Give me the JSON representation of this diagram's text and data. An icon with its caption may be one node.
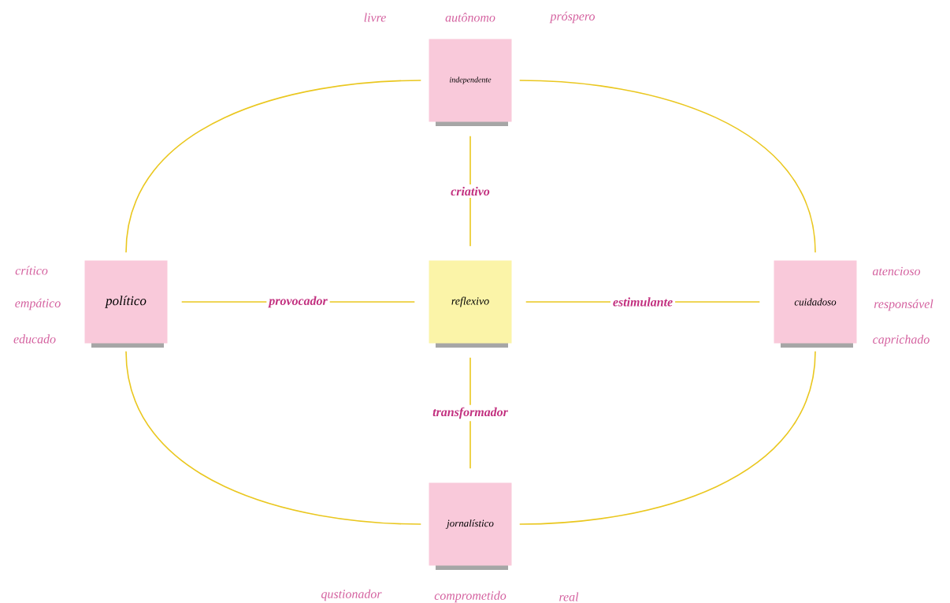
{
  "diagram": {
    "nodes": [
      {
        "text": [
          "independente"
        ],
        "beside": [
          "livre",
          "autônomo",
          "próspero"
        ]
      },
      {
        "text": [
          "político"
        ],
        "beside": [
          "crítico",
          "empático",
          "educado"
        ]
      },
      {
        "text": [
          "reflexivo"
        ]
      },
      {
        "text": [
          "cuidadoso"
        ],
        "beside": [
          "atencioso",
          "responsável",
          "caprichado"
        ]
      },
      {
        "text": [
          "jornalístico"
        ]
      }
    ],
    "labels": [
      "qustionador",
      "comprometido",
      "real"
    ],
    "edges": [
      {
        "from": 0,
        "to": 2,
        "arrow": "none",
        "label": "criativo"
      },
      {
        "from": 1,
        "to": 2,
        "arrow": "none",
        "label": "provocador"
      },
      {
        "from": 2,
        "to": 3,
        "arrow": "none",
        "label": "estimulante"
      },
      {
        "from": 2,
        "to": 4,
        "arrow": "none",
        "label": "transformador"
      },
      {
        "from": 0,
        "to": 1,
        "arrow": "none"
      },
      {
        "from": 0,
        "to": 3,
        "arrow": "none"
      },
      {
        "from": 1,
        "to": 4,
        "arrow": "none"
      },
      {
        "from": 3,
        "to": 4,
        "arrow": "none"
      }
    ]
  }
}
